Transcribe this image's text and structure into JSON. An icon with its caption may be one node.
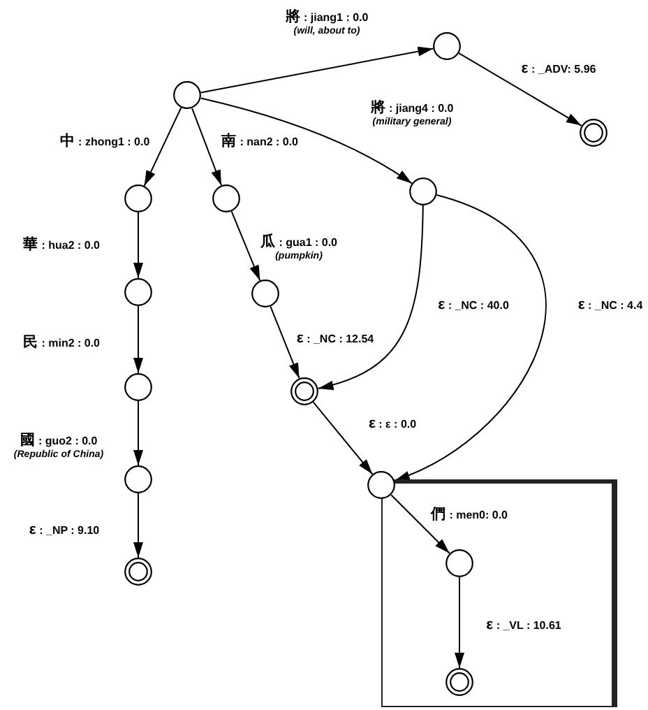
{
  "diagram": {
    "nodes": [
      {
        "text": [],
        "shape": "circle"
      },
      {
        "text": [],
        "shape": "circle"
      },
      {
        "text": [],
        "shape": "ring"
      },
      {
        "text": [],
        "shape": "circle"
      },
      {
        "text": [],
        "shape": "circle"
      },
      {
        "text": [],
        "shape": "circle"
      },
      {
        "text": [],
        "shape": "circle"
      },
      {
        "text": [],
        "shape": "circle"
      },
      {
        "text": [],
        "shape": "circle"
      },
      {
        "text": [],
        "shape": "ring"
      },
      {
        "text": [],
        "shape": "circle"
      },
      {
        "text": [],
        "shape": "circle"
      },
      {
        "text": [],
        "shape": "box"
      },
      {
        "text": [],
        "shape": "circle",
        "in": 12
      },
      {
        "text": [],
        "shape": "ring"
      },
      {
        "text": [],
        "shape": "ring",
        "in": 12
      }
    ],
    "edges": [
      {
        "from": 0,
        "to": 1,
        "arrow": "to",
        "label": "將 : jiang1 : 0.0 *(will, about to)*"
      },
      {
        "from": 0,
        "to": 3,
        "arrow": "to",
        "label": "中 : zhong1 : 0.0"
      },
      {
        "from": 0,
        "to": 4,
        "arrow": "to",
        "label": "南 : nan2 : 0.0"
      },
      {
        "from": 0,
        "to": 5,
        "arrow": "to",
        "label": "將 : jiang4 : 0.0 *(military general)*"
      },
      {
        "from": 1,
        "to": 2,
        "arrow": "to",
        "label": "ε : _ADV: 5.96"
      },
      {
        "from": 3,
        "to": 6,
        "arrow": "to",
        "label": "華 : hua2 : 0.0"
      },
      {
        "from": 4,
        "to": 7,
        "arrow": "to",
        "label": "瓜 : gua1 : 0.0 *(pumpkin)*"
      },
      {
        "from": 6,
        "to": 8,
        "arrow": "to",
        "label": "民 : min2 : 0.0"
      },
      {
        "from": 7,
        "to": 9,
        "arrow": "to",
        "label": "ε : _NC : 12.54"
      },
      {
        "from": 5,
        "to": 9,
        "arrow": "to",
        "label": "ε : _NC : 40.0"
      },
      {
        "from": 5,
        "to": 11,
        "arrow": "to",
        "label": "ε : _NC : 4.4"
      },
      {
        "from": 8,
        "to": 10,
        "arrow": "to",
        "label": "國 : guo2 : 0.0 *(Republic of China)*"
      },
      {
        "from": 9,
        "to": 11,
        "arrow": "to",
        "label": "ε : ε : 0.0"
      },
      {
        "from": 10,
        "to": 14,
        "arrow": "to",
        "label": "ε : _NP : 9.10"
      },
      {
        "from": 11,
        "to": 13,
        "arrow": "to",
        "label": "們 : men0: 0.0"
      },
      {
        "from": 13,
        "to": 15,
        "arrow": "to",
        "label": "ε : _VL : 10.61"
      }
    ]
  }
}
